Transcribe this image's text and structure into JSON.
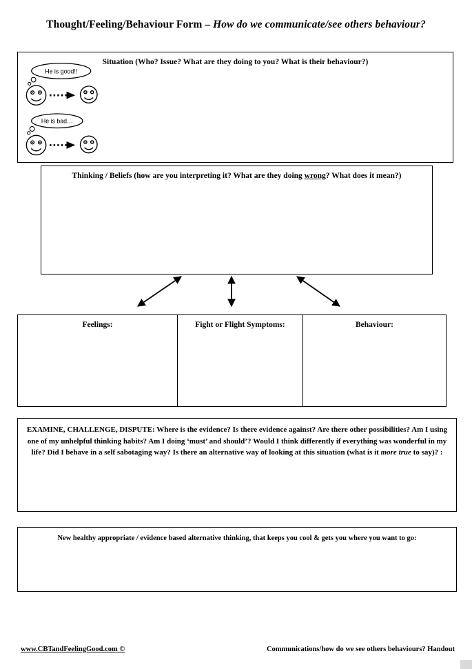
{
  "title": {
    "main": "Thought/Feeling/Behaviour Form – ",
    "subtitle": "How do we communicate/see others behaviour?"
  },
  "situation": {
    "header": "Situation (Who? Issue? What are they doing to you? What is their behaviour?)",
    "cartoon": {
      "bubble_good": "He is good!!",
      "bubble_bad": "He is bad…"
    }
  },
  "thinking": {
    "header_pre": "Thinking / Beliefs (how are you interpreting it? What are they doing ",
    "header_underlined": "wrong",
    "header_post": "? What does it mean?)"
  },
  "columns": [
    {
      "label": "Feelings:"
    },
    {
      "label": "Fight or Flight Symptoms:"
    },
    {
      "label": "Behaviour:"
    }
  ],
  "examine": {
    "text_pre": "EXAMINE, CHALLENGE, DISPUTE: Where is the evidence? Is there evidence against? Are there other possibilities? Am I using one of my unhelpful thinking habits? Am I doing ‘must’ and should’? Would I think differently if everything was wonderful in my life? Did I behave in a self sabotaging way? Is there an alternative way of looking at this situation (what is it ",
    "text_italic": "more true",
    "text_post": " to say)? :"
  },
  "healthy": {
    "header": "New healthy appropriate / evidence based alternative thinking, that keeps you cool & gets you where you want to go:"
  },
  "footer": {
    "left": "www.CBTandFeelingGood.com ©",
    "right": "Communications/how do we see others behaviours? Handout"
  }
}
